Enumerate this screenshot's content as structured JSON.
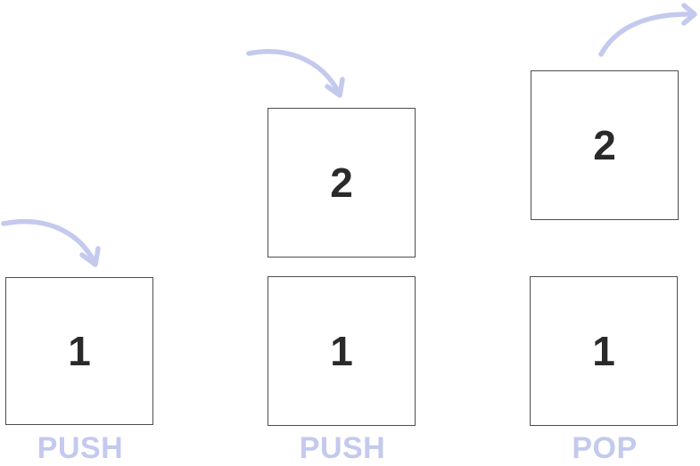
{
  "colors": {
    "accent": "#c4c9ee",
    "label": "#c4c9ee",
    "box_border": "#4d4d4d",
    "digit": "#2a2a2a"
  },
  "steps": [
    {
      "operation": "PUSH",
      "stack": [
        "1"
      ],
      "arrow": "push-in"
    },
    {
      "operation": "PUSH",
      "stack": [
        "1",
        "2"
      ],
      "arrow": "push-in"
    },
    {
      "operation": "POP",
      "stack": [
        "1",
        "2"
      ],
      "arrow": "pop-out"
    }
  ]
}
